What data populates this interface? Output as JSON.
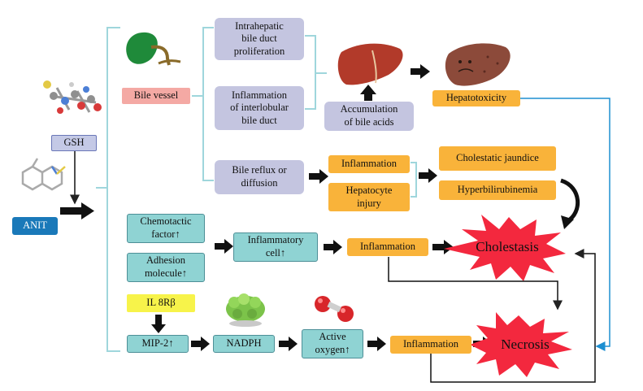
{
  "compounds": {
    "gsh": "GSH",
    "anit": "ANIT"
  },
  "bile_vessel": "Bile vessel",
  "bile_branch": {
    "intrahepatic": "Intrahepatic\nbile duct\nproliferation",
    "interlobular": "Inflammation\nof interlobular\nbile duct",
    "reflux": "Bile reflux or\ndiffusion",
    "accumulation": "Accumulation\nof bile acids",
    "hepatotoxicity": "Hepatotoxicity",
    "inflammation": "Inflammation",
    "hepatocyte_injury": "Hepatocyte\ninjury",
    "cholestatic_jaundice": "Cholestatic jaundice",
    "hyperbilirubinemia": "Hyperbilirubinemia"
  },
  "inflammatory_branch": {
    "chemotactic": "Chemotactic\nfactor↑",
    "adhesion": "Adhesion\nmolecule↑",
    "inflammatory_cell": "Inflammatory\ncell↑",
    "inflammation": "Inflammation"
  },
  "oxidative_branch": {
    "il8": "IL 8Rβ",
    "mip2": "MIP-2↑",
    "nadph": "NADPH",
    "active_oxygen": "Active\noxygen↑",
    "inflammation": "Inflammation"
  },
  "outcomes": {
    "cholestasis": "Cholestasis",
    "necrosis": "Necrosis"
  },
  "colors": {
    "lavender": "#c4c5e0",
    "orange": "#f9b33a",
    "teal": "#8fd3d3",
    "burst": "#f3283e",
    "link_blue": "#1d8fd1"
  }
}
